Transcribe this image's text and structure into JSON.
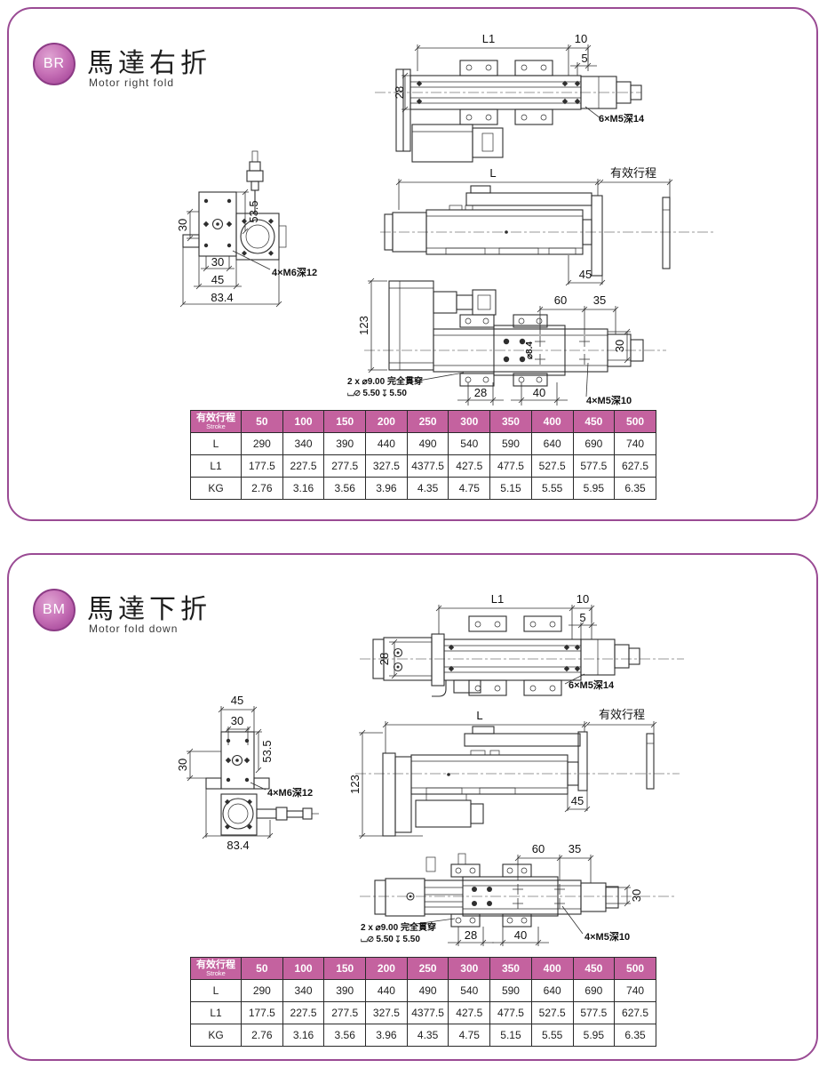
{
  "colors": {
    "panel_border": "#9a4b94",
    "badge_fill": "#b85cab",
    "badge_border": "#8d3c86",
    "table_header_bg": "#c4629f",
    "table_header_text": "#ffffff"
  },
  "panels": [
    {
      "badge": "BR",
      "title_zh": "馬達右折",
      "title_en": "Motor right fold",
      "views": {
        "top": {
          "L1": "L1",
          "d10": "10",
          "d5": "5",
          "d28": "28",
          "m5_callout": "6×M5深14"
        },
        "side": {
          "L": "L",
          "stroke_label": "有效行程",
          "d45": "45"
        },
        "bottom": {
          "d123": "123",
          "d60": "60",
          "d35": "35",
          "d30": "30",
          "d84": "⌀8.4",
          "d28": "28",
          "d40": "40",
          "hole_callout_line1": "2 x ⌀9.00 完全貫穿",
          "hole_callout_line2": "⌴⌀ 5.50  ↧ 5.50",
          "m5_callout": "4×M5深10"
        },
        "left": {
          "d535": "53.5",
          "d30_left": "30",
          "d30_bottom": "30",
          "d45": "45",
          "d834": "83.4",
          "m6_callout": "4×M6深12"
        }
      },
      "table": {
        "header_main": "有效行程",
        "header_sub": "Stroke",
        "strokes": [
          "50",
          "100",
          "150",
          "200",
          "250",
          "300",
          "350",
          "400",
          "450",
          "500"
        ],
        "rows": [
          {
            "label": "L",
            "values": [
              "290",
              "340",
              "390",
              "440",
              "490",
              "540",
              "590",
              "640",
              "690",
              "740"
            ]
          },
          {
            "label": "L1",
            "values": [
              "177.5",
              "227.5",
              "277.5",
              "327.5",
              "4377.5",
              "427.5",
              "477.5",
              "527.5",
              "577.5",
              "627.5"
            ]
          },
          {
            "label": "KG",
            "values": [
              "2.76",
              "3.16",
              "3.56",
              "3.96",
              "4.35",
              "4.75",
              "5.15",
              "5.55",
              "5.95",
              "6.35"
            ]
          }
        ]
      }
    },
    {
      "badge": "BM",
      "title_zh": "馬達下折",
      "title_en": "Motor fold down",
      "views": {
        "top": {
          "L1": "L1",
          "d10": "10",
          "d5": "5",
          "d28": "28",
          "m5_callout": "6×M5深14"
        },
        "side": {
          "L": "L",
          "stroke_label": "有效行程",
          "d123": "123",
          "d45": "45"
        },
        "bottom": {
          "d60": "60",
          "d35": "35",
          "d30": "30",
          "d28": "28",
          "d40": "40",
          "hole_callout_line1": "2 x ⌀9.00 完全貫穿",
          "hole_callout_line2": "⌴⌀ 5.50  ↧ 5.50",
          "m5_callout": "4×M5深10"
        },
        "left": {
          "d45": "45",
          "d30_top": "30",
          "d535": "53.5",
          "d30_left": "30",
          "d834": "83.4",
          "m6_callout": "4×M6深12"
        }
      },
      "table": {
        "header_main": "有效行程",
        "header_sub": "Stroke",
        "strokes": [
          "50",
          "100",
          "150",
          "200",
          "250",
          "300",
          "350",
          "400",
          "450",
          "500"
        ],
        "rows": [
          {
            "label": "L",
            "values": [
              "290",
              "340",
              "390",
              "440",
              "490",
              "540",
              "590",
              "640",
              "690",
              "740"
            ]
          },
          {
            "label": "L1",
            "values": [
              "177.5",
              "227.5",
              "277.5",
              "327.5",
              "4377.5",
              "427.5",
              "477.5",
              "527.5",
              "577.5",
              "627.5"
            ]
          },
          {
            "label": "KG",
            "values": [
              "2.76",
              "3.16",
              "3.56",
              "3.96",
              "4.35",
              "4.75",
              "5.15",
              "5.55",
              "5.95",
              "6.35"
            ]
          }
        ]
      }
    }
  ]
}
